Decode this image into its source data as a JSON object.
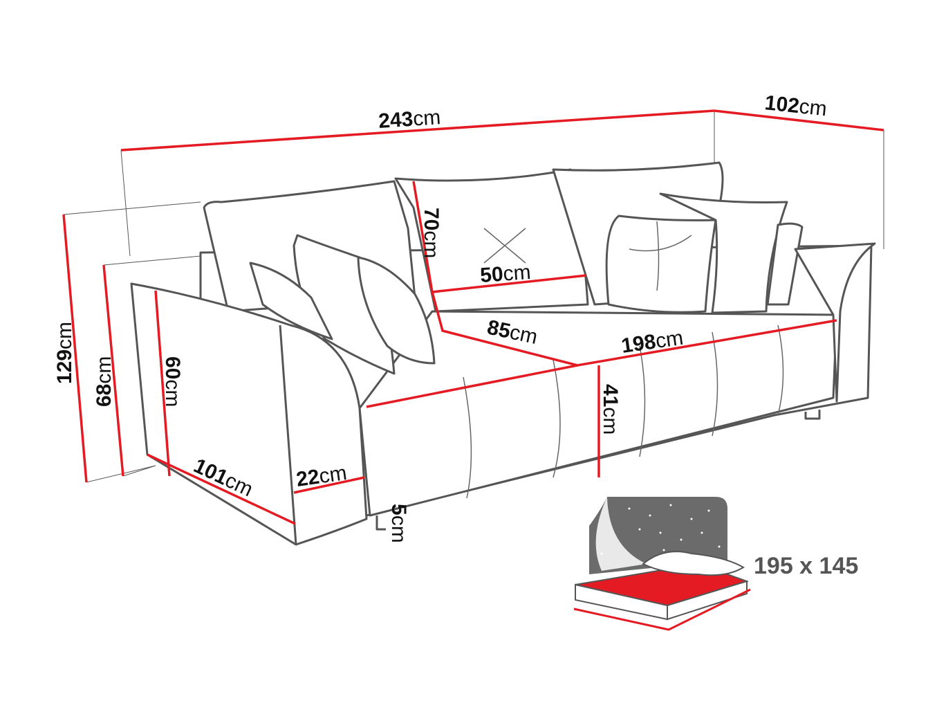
{
  "unit": "cm",
  "dimensions": {
    "total_width": "243",
    "depth": "102",
    "total_height": "129",
    "back_height": "68",
    "arm_height": "60",
    "cushion_height": "70",
    "cushion_width": "50",
    "seat_depth": "85",
    "seat_width": "198",
    "seat_height": "41",
    "arm_width": "22",
    "arm_depth": "101",
    "leg_height": "5"
  },
  "sleeping_area": "195 x 145",
  "colors": {
    "dimension_line": "#e41b23",
    "outline": "#555555",
    "mattress": "#e41b23",
    "night_sky": "#6b6b6b"
  }
}
